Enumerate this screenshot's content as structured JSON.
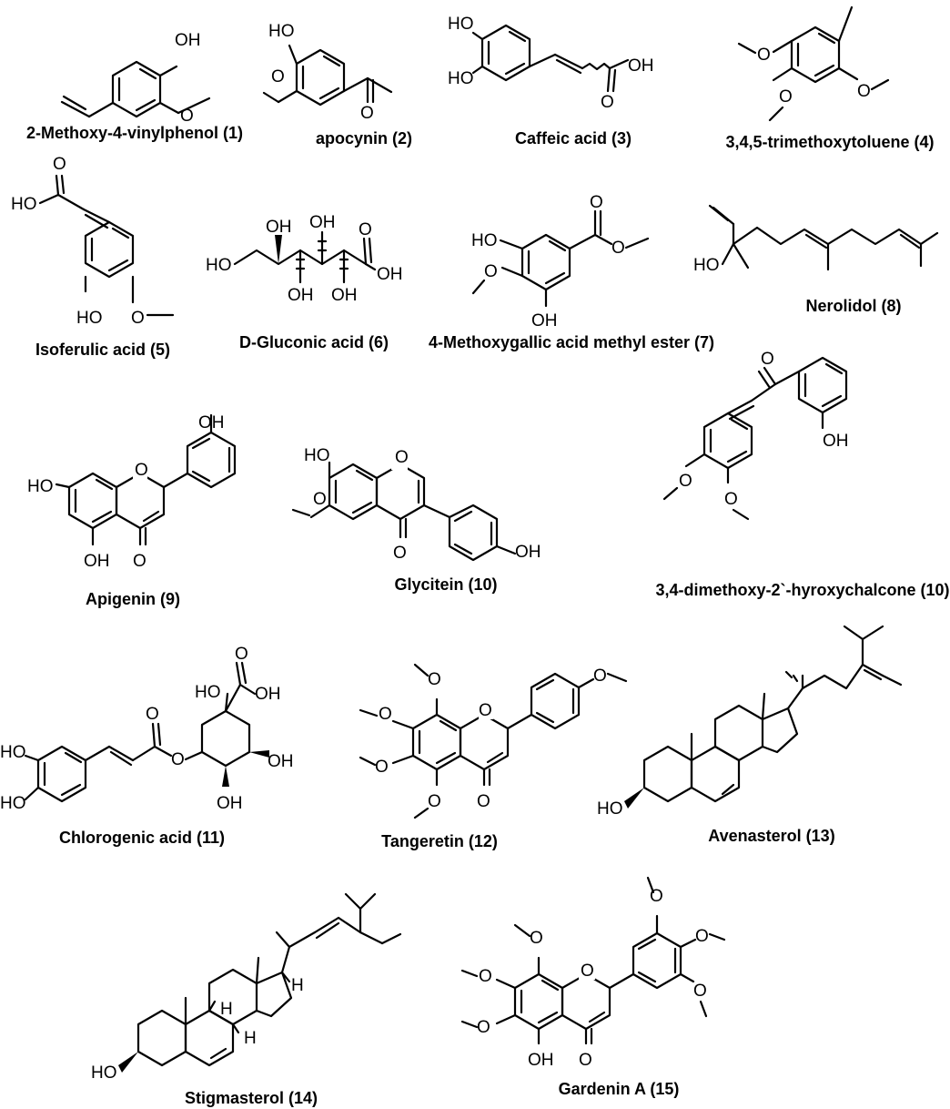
{
  "compounds": [
    {
      "label": "2-Methoxy-4-vinylphenol (1)"
    },
    {
      "label": "apocynin (2)"
    },
    {
      "label": "Caffeic acid (3)"
    },
    {
      "label": "3,4,5-trimethoxytoluene (4)"
    },
    {
      "label": "Isoferulic acid (5)"
    },
    {
      "label": "D-Gluconic acid (6)"
    },
    {
      "label": "4-Methoxygallic acid methyl ester (7)"
    },
    {
      "label": "Nerolidol (8)"
    },
    {
      "label": "Apigenin (9)"
    },
    {
      "label": "Glycitein (10)"
    },
    {
      "label": "3,4-dimethoxy-2`-hyroxychalcone (10)"
    },
    {
      "label": "Chlorogenic acid (11)"
    },
    {
      "label": "Tangeretin (12)"
    },
    {
      "label": "Avenasterol (13)"
    },
    {
      "label": "Stigmasterol (14)"
    },
    {
      "label": "Gardenin A (15)"
    }
  ],
  "atoms": {
    "oh": "OH",
    "ho": "HO",
    "o": "O",
    "h": "H"
  }
}
